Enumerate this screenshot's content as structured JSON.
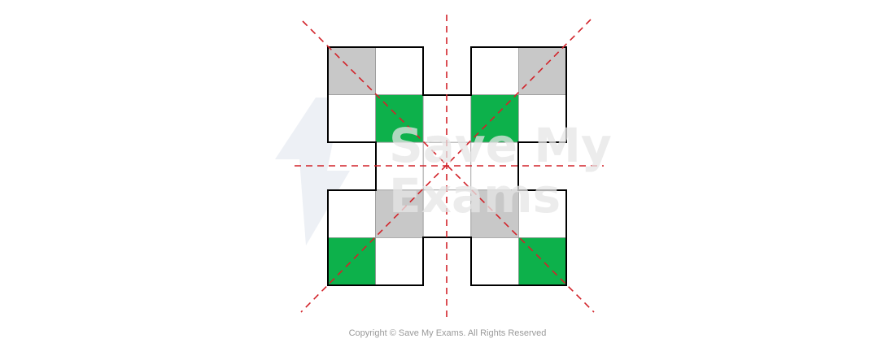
{
  "figure": {
    "copyright": "Copyright © Save My Exams. All Rights Reserved",
    "watermark": [
      "Save My",
      "Exams"
    ],
    "colors": {
      "green": "#0db14b",
      "grey": "#c8c8c8",
      "outline": "#000000",
      "grid_line": "#9a9a9a",
      "symmetry_line": "#d2232a",
      "watermark": "#e6e6e6"
    },
    "grid": {
      "columns": 5,
      "rows": 5,
      "cells": [
        {
          "row": 0,
          "col": 0,
          "fill": "grey"
        },
        {
          "row": 0,
          "col": 1,
          "fill": "white"
        },
        {
          "row": 0,
          "col": 3,
          "fill": "white"
        },
        {
          "row": 0,
          "col": 4,
          "fill": "grey"
        },
        {
          "row": 1,
          "col": 0,
          "fill": "white"
        },
        {
          "row": 1,
          "col": 1,
          "fill": "green"
        },
        {
          "row": 1,
          "col": 2,
          "fill": "white"
        },
        {
          "row": 1,
          "col": 3,
          "fill": "green"
        },
        {
          "row": 1,
          "col": 4,
          "fill": "white"
        },
        {
          "row": 2,
          "col": 1,
          "fill": "white"
        },
        {
          "row": 2,
          "col": 2,
          "fill": "white"
        },
        {
          "row": 2,
          "col": 3,
          "fill": "white"
        },
        {
          "row": 3,
          "col": 0,
          "fill": "white"
        },
        {
          "row": 3,
          "col": 1,
          "fill": "grey"
        },
        {
          "row": 3,
          "col": 2,
          "fill": "white"
        },
        {
          "row": 3,
          "col": 3,
          "fill": "grey"
        },
        {
          "row": 3,
          "col": 4,
          "fill": "white"
        },
        {
          "row": 4,
          "col": 0,
          "fill": "green"
        },
        {
          "row": 4,
          "col": 1,
          "fill": "white"
        },
        {
          "row": 4,
          "col": 3,
          "fill": "white"
        },
        {
          "row": 4,
          "col": 4,
          "fill": "green"
        }
      ]
    },
    "lines_of_symmetry": [
      {
        "name": "vertical",
        "style": "dashed"
      },
      {
        "name": "horizontal",
        "style": "dashed"
      },
      {
        "name": "diagonal-down",
        "style": "dashed"
      },
      {
        "name": "diagonal-up",
        "style": "dashed"
      }
    ]
  }
}
